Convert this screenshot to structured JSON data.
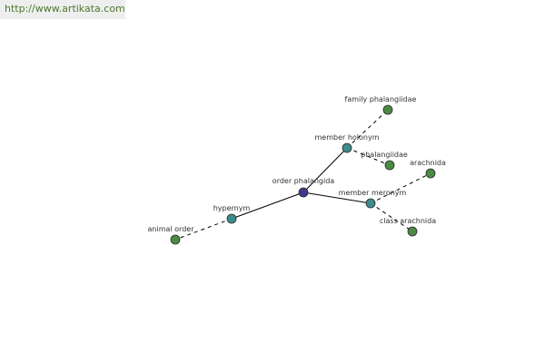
{
  "header": {
    "url": "http://www.artikata.com"
  },
  "colors": {
    "center": "#3c3c8c",
    "relation": "#3c8c8c",
    "leaf": "#4a8a42",
    "edge": "#000000",
    "url": "#4d7a2e"
  },
  "graph": {
    "nodes": [
      {
        "id": "order-phalangida",
        "label": "order phalangida",
        "kind": "center"
      },
      {
        "id": "hypernym",
        "label": "hypernym",
        "kind": "relation"
      },
      {
        "id": "member-holonym",
        "label": "member holonym",
        "kind": "relation"
      },
      {
        "id": "member-meronym",
        "label": "member meronym",
        "kind": "relation"
      },
      {
        "id": "animal-order",
        "label": "animal order",
        "kind": "leaf"
      },
      {
        "id": "family-phalangiidae",
        "label": "family phalangiidae",
        "kind": "leaf"
      },
      {
        "id": "phalangiidae",
        "label": "phalangiidae",
        "kind": "leaf"
      },
      {
        "id": "arachnida",
        "label": "arachnida",
        "kind": "leaf"
      },
      {
        "id": "class-arachnida",
        "label": "class arachnida",
        "kind": "leaf"
      }
    ],
    "edges": [
      {
        "from": "order-phalangida",
        "to": "hypernym",
        "style": "solid"
      },
      {
        "from": "order-phalangida",
        "to": "member-holonym",
        "style": "solid"
      },
      {
        "from": "order-phalangida",
        "to": "member-meronym",
        "style": "solid"
      },
      {
        "from": "hypernym",
        "to": "animal-order",
        "style": "dashed"
      },
      {
        "from": "member-holonym",
        "to": "family-phalangiidae",
        "style": "dashed"
      },
      {
        "from": "member-holonym",
        "to": "phalangiidae",
        "style": "dashed"
      },
      {
        "from": "member-meronym",
        "to": "arachnida",
        "style": "dashed"
      },
      {
        "from": "member-meronym",
        "to": "class-arachnida",
        "style": "dashed"
      }
    ]
  }
}
